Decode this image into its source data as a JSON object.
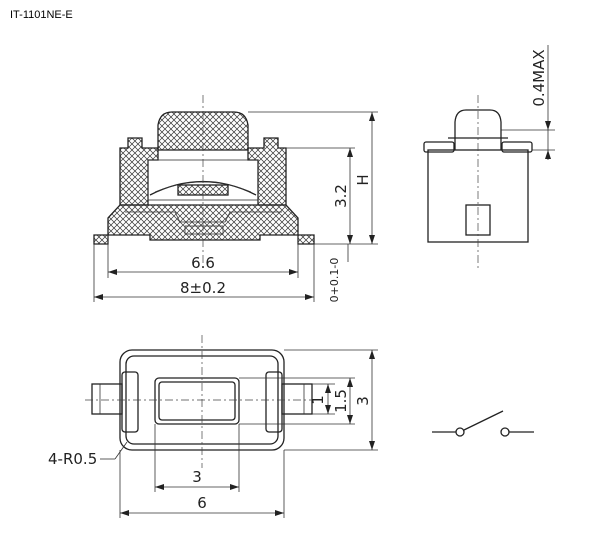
{
  "title": "IT-1101NE-E",
  "side_view": {
    "dim_height_total": "H",
    "dim_body_height": "3.2",
    "dim_actuator_overhang": "0.4MAX",
    "dim_lead_offset": "0+0.1-0",
    "dim_inner_width": "6.6",
    "dim_overall_width": "8±0.2"
  },
  "top_view": {
    "dim_radius": "4-R0.5",
    "dim_button_width": "3",
    "dim_body_width": "6",
    "dim_lead_width": "1",
    "dim_button_height": "1.5",
    "dim_body_height": "3"
  },
  "schematic": {
    "symbol": "switch-symbol"
  }
}
